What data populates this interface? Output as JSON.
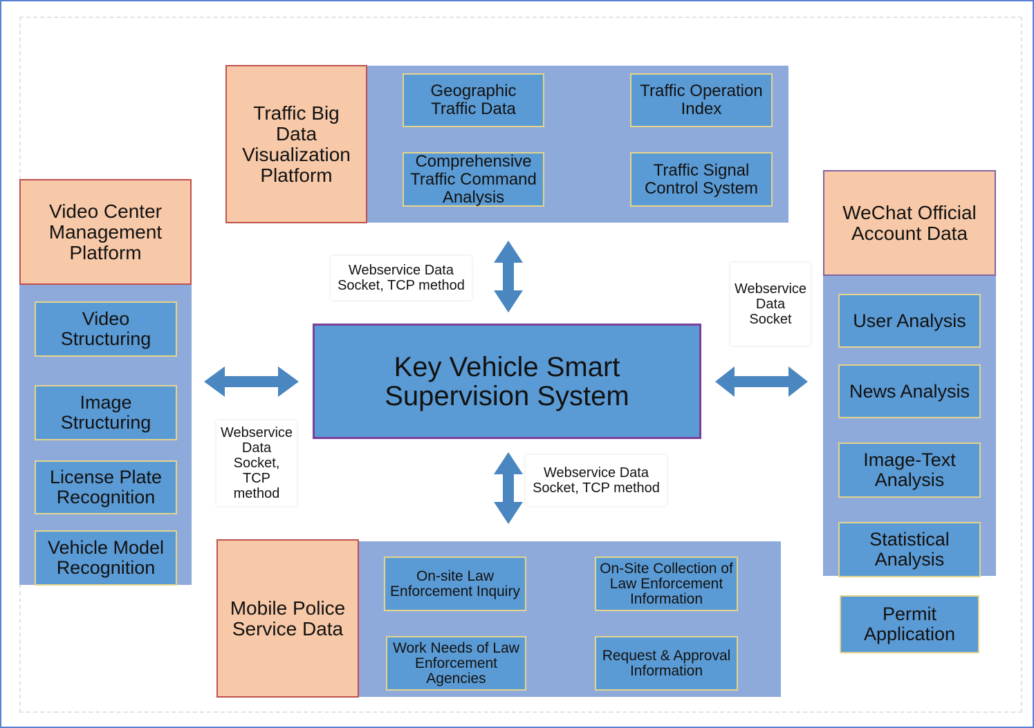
{
  "colors": {
    "frame": "#5b7fd0",
    "panel": "#8eaadb",
    "module": "#5b9bd5",
    "category": "#f7c9a8",
    "arrow": "#4a86c0"
  },
  "center": {
    "title": "Key Vehicle Smart\nSupervision System"
  },
  "top": {
    "title": "Traffic Big\nData\nVisualization\nPlatform",
    "items": [
      "Geographic\nTraffic Data",
      "Traffic Operation\nIndex",
      "Comprehensive\nTraffic Command\nAnalysis",
      "Traffic Signal\nControl System"
    ]
  },
  "left": {
    "title": "Video Center\nManagement\nPlatform",
    "items": [
      "Video\nStructuring",
      "Image\nStructuring",
      "License Plate\nRecognition",
      "Vehicle Model\nRecognition"
    ]
  },
  "right": {
    "title": "WeChat Official\nAccount Data",
    "items": [
      "User Analysis",
      "News Analysis",
      "Image-Text\nAnalysis",
      "Statistical\nAnalysis"
    ],
    "extra": "Permit\nApplication"
  },
  "bottom": {
    "title": "Mobile Police\nService Data",
    "items": [
      "On-site Law\nEnforcement Inquiry",
      "On-Site Collection of\nLaw Enforcement\nInformation",
      "Work Needs of Law\nEnforcement\nAgencies",
      "Request & Approval\nInformation"
    ]
  },
  "connections": {
    "top": "Webservice Data\nSocket, TCP method",
    "right": "Webservice\nData\nSocket",
    "left": "Webservice\nData\nSocket,\nTCP\nmethod",
    "bottom": "Webservice Data\nSocket, TCP method"
  }
}
